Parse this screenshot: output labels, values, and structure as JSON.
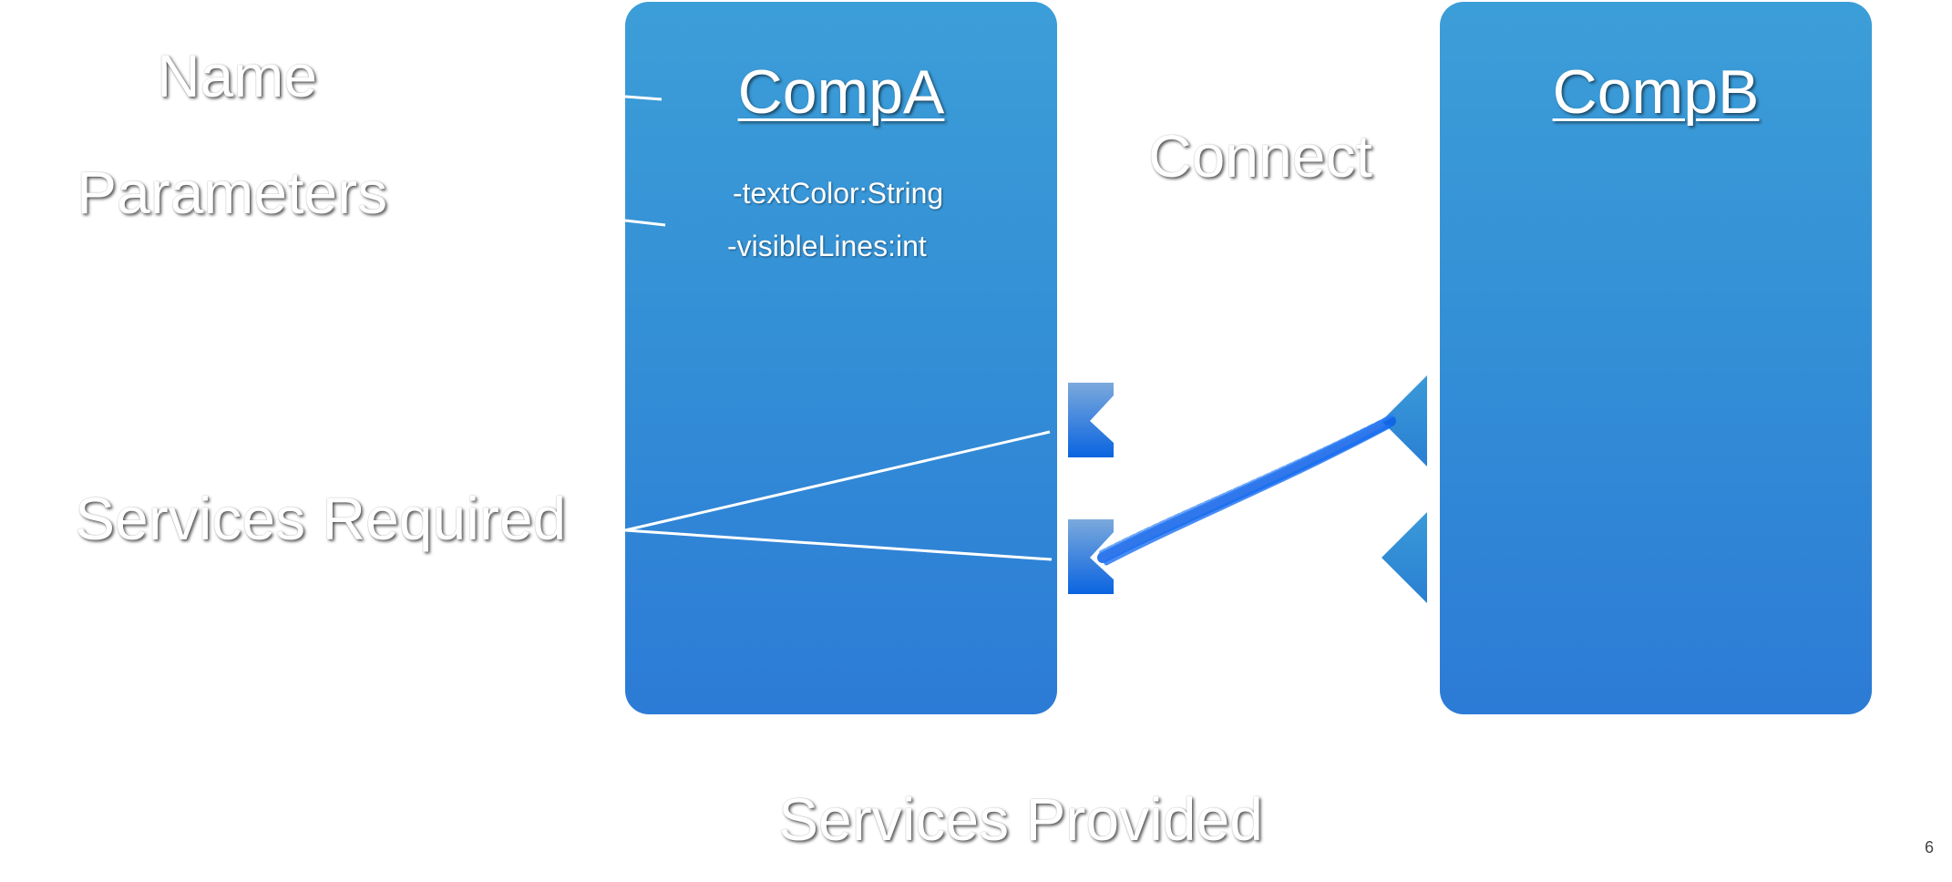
{
  "labels": {
    "name": "Name",
    "parameters": "Parameters",
    "services_required": "Services Required",
    "connect": "Connect",
    "services_provided": "Services Provided"
  },
  "comp_a": {
    "title": "CompA",
    "params": [
      "-textColor:String",
      "-visibleLines:int"
    ]
  },
  "comp_b": {
    "title": "CompB"
  },
  "page_number": "6",
  "colors": {
    "box_top": "#3c9ed8",
    "box_bottom": "#2c7bd6",
    "connector_stroke": "#0a5fe6",
    "port_color": "#1f76dc",
    "leader_line": "#ffffff"
  }
}
